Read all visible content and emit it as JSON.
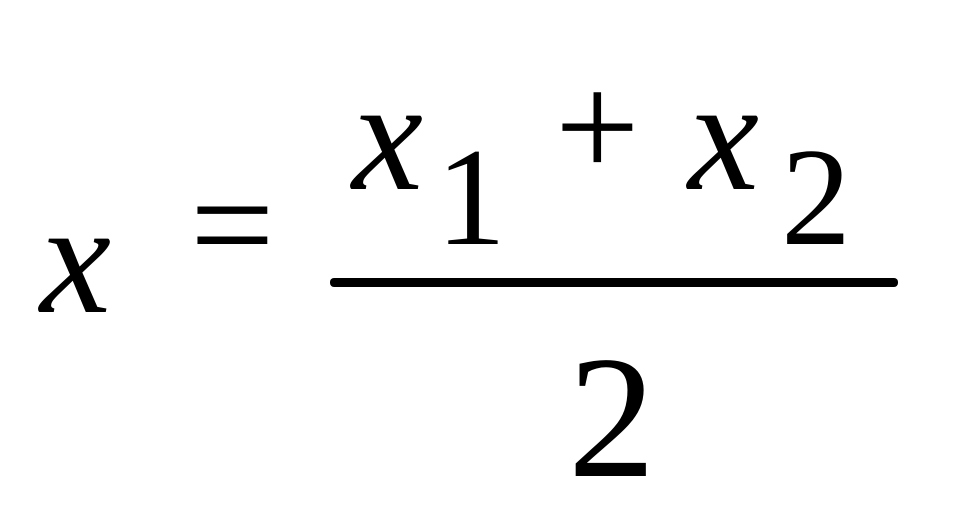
{
  "formula": {
    "lhs": "x",
    "relation": "=",
    "numerator": {
      "term1": {
        "base": "x",
        "subscript": "1"
      },
      "operator": "+",
      "term2": {
        "base": "x",
        "subscript": "2"
      }
    },
    "denominator": "2"
  },
  "colors": {
    "ink": "#000000",
    "background": "#ffffff"
  }
}
